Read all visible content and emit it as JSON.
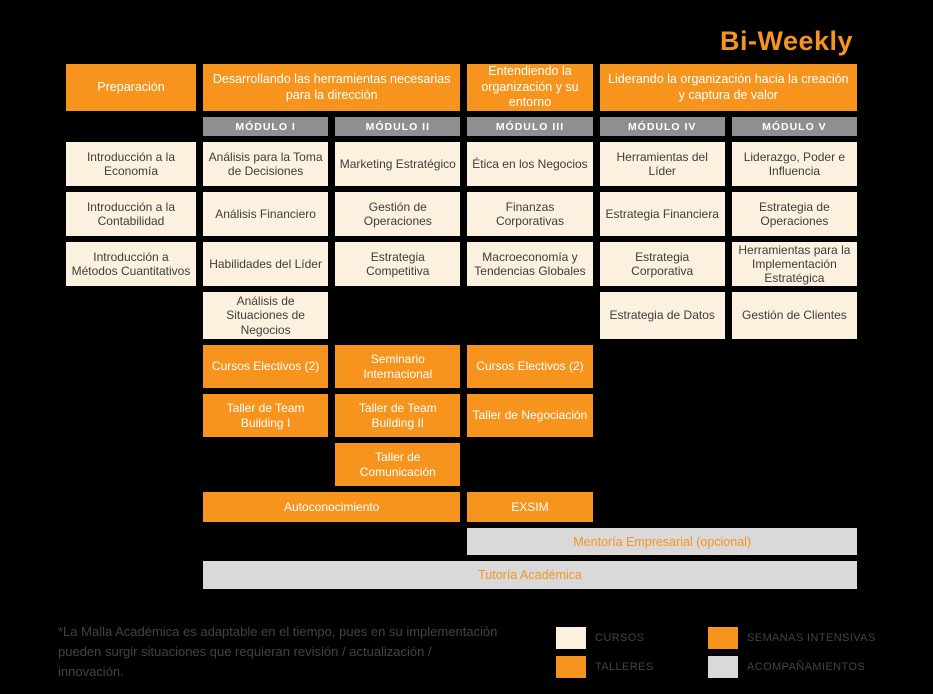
{
  "badge": "Bi-Weekly",
  "phases": {
    "preparacion": "Preparación",
    "herramientas": "Desarrollando las herramientas necesarias para la dirección",
    "organizacion": "Entendiendo la organización y su entorno",
    "liderando": "Liderando la organización hacia la creación y captura de valor"
  },
  "modules": [
    "MÓDULO I",
    "MÓDULO II",
    "MÓDULO III",
    "MÓDULO IV",
    "MÓDULO V"
  ],
  "prep": {
    "courses": [
      "Introducción a la Economía",
      "Introducción a la Contabilidad",
      "Introducción a Métodos Cuantitativos"
    ]
  },
  "mod1": {
    "courses": [
      "Análisis para la Toma de Decisiones",
      "Análisis Financiero",
      "Habilidades del Líder",
      "Análisis de Situaciones de Negocios"
    ],
    "intensives": [
      "Cursos Electivos (2)",
      "Taller de Team Building I"
    ]
  },
  "mod2": {
    "courses": [
      "Marketing Estratégico",
      "Gestión de Operaciones",
      "Estrategia Competitiva"
    ],
    "intensives": [
      "Seminario Internacional",
      "Taller de Team Building II",
      "Taller de Comunicación"
    ]
  },
  "mod3": {
    "courses": [
      "Ética en los Negocios",
      "Finanzas Corporativas",
      "Macroeconomía y Tendencias Globales"
    ],
    "intensives": [
      "Cursos Electivos (2)",
      "Taller de Negociación"
    ]
  },
  "mod4": {
    "courses": [
      "Herramientas del Líder",
      "Estrategia Financiera",
      "Estrategia Corporativa",
      "Estrategia de Datos"
    ]
  },
  "mod5": {
    "courses": [
      "Liderazgo, Poder e Influencia",
      "Estrategia de Operaciones",
      "Herramientas para la Implementación Estratégica",
      "Gestión de Clientes"
    ]
  },
  "bands": {
    "autoconocimiento": "Autoconocimiento",
    "exsim": "EXSIM",
    "mentoria": "Mentoría Empresarial (opcional)",
    "tutoria": "Tutoría Académica"
  },
  "footnote": "*La Malla Académica es adaptable en el tiempo, pues en su implementación pueden surgir situaciones que requieran revisión / actualización / innovación.",
  "legend": [
    {
      "label": "CURSOS",
      "type": "cream"
    },
    {
      "label": "TALLERES",
      "type": "orange"
    },
    {
      "label": "SEMANAS INTENSIVAS",
      "type": "orange"
    },
    {
      "label": "ACOMPAÑAMIENTOS",
      "type": "gray"
    }
  ],
  "colors": {
    "orange": "#F7941E",
    "cream": "#FCF0DE",
    "module_gray": "#8F8F8F",
    "band_gray": "#D9D9D9",
    "bg": "#000000",
    "ink": "#3D3D3B",
    "muted": "#45433C"
  }
}
